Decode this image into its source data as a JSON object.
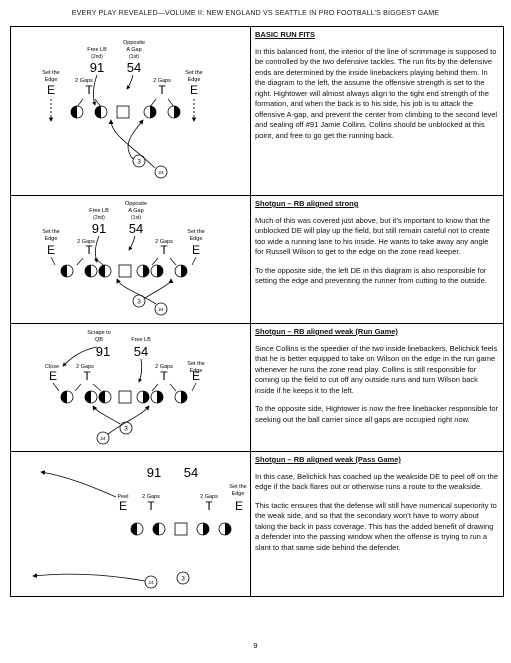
{
  "header": "EVERY PLAY REVEALED—VOLUME II: NEW ENGLAND VS SEATTLE IN PRO FOOTBALL’S BIGGEST GAME",
  "page_number": "9",
  "sections": [
    {
      "title": "BASIC RUN FITS",
      "paragraphs": [
        "In this balanced front, the interior of the line of scrimmage is supposed to be controlled by the two defensive tackles. The run fits by the defensive ends are determined by the inside linebackers playing behind them. In the diagram to the left, the assume the offensive strength is set to the right. Hightower will almost always align to the tight end strength of the formation, and when the back is to his side, his job is to attack the offensive A-gap, and prevent the center from climbing to the second level and sealing off #91 Jamie Collins. Collins should be unblocked at this point, and free to go get the running back."
      ],
      "diagram": {
        "free_lb_label": "Free LB",
        "free_lb_sub": "(2nd)",
        "opp_gap_label1": "Opposite",
        "opp_gap_label2": "A Gap",
        "opp_gap_sub": "(1st)",
        "lb_left": "91",
        "lb_right": "54",
        "edge_left1": "Set the",
        "edge_left2": "Edge",
        "edge_right1": "Set the",
        "edge_right2": "Edge",
        "gaps_left": "2 Gaps",
        "gaps_right": "2 Gaps",
        "de": "E",
        "dt": "T",
        "qb": "3",
        "rb": "24"
      }
    },
    {
      "title": "Shotgun – RB aligned strong",
      "paragraphs": [
        "Much of this was covered just above, but it’s important to know that the unblocked DE will play up the field, but still remain careful not to create too wide a running lane to his inside. He wants to take away any angle for Russell Wilson to get to the edge on the zone read keeper.",
        "To the opposite side, the left DE in this diagram is also responsible for setting the edge and preventing the runner from cutting to the outside."
      ],
      "diagram": {
        "free_lb_label": "Free LB",
        "free_lb_sub": "(2nd)",
        "opp_gap_label1": "Opposite",
        "opp_gap_label2": "A Gap",
        "opp_gap_sub": "(1st)",
        "lb_left": "91",
        "lb_right": "54",
        "edge_left1": "Set the",
        "edge_left2": "Edge",
        "edge_right1": "Set the",
        "edge_right2": "Edge",
        "gaps_left": "2 Gaps",
        "gaps_right": "2 Gaps",
        "de": "E",
        "dt": "T",
        "qb": "3",
        "rb": "24"
      }
    },
    {
      "title": "Shotgun – RB aligned weak (Run Game)",
      "paragraphs": [
        "Since Collins is the speedier of the two inside linebackers, Belichick feels that he is better equipped to take on Wilson on the edge in the run game whenever he runs the zone read play. Collins is still responsible for coming up the field to cut off any outside runs and turn Wilson back inside if he keeps it to the left.",
        "To the opposite side, Hightower is now the free linebacker responsible for seeking out the ball carrier since all gaps are occupied right now."
      ],
      "diagram": {
        "scrape_label1": "Scrape to",
        "scrape_label2": "QB",
        "free_lb_label": "Free LB",
        "lb_left": "91",
        "lb_right": "54",
        "close_label": "Close",
        "edge_right1": "Set the",
        "edge_right2": "Edge",
        "gaps_left": "2 Gaps",
        "gaps_right": "2 Gaps",
        "de": "E",
        "dt": "T",
        "qb": "3",
        "rb": "24"
      }
    },
    {
      "title": "Shotgun – RB aligned weak (Pass Game)",
      "paragraphs": [
        "In this case, Belichick has coached up the weakside DE to peel off on the edge if the back flares out or otherwise runs a route to the weakside.",
        "This tactic ensures that the defense will still have numerical superiority to the weak side, and so that the secondary won’t have to worry about taking the back in pass coverage. This has the added benefit of drawing a defender into the passing window when the offense is trying to run a slant to that same side behind the defender."
      ],
      "diagram": {
        "lb_left": "91",
        "lb_right": "54",
        "peel_label": "Peel",
        "edge_right1": "Set the",
        "edge_right2": "Edge",
        "gaps_left": "2 Gaps",
        "gaps_right": "2 Gaps",
        "de": "E",
        "dt": "T",
        "qb": "3",
        "rb": "24"
      }
    }
  ]
}
